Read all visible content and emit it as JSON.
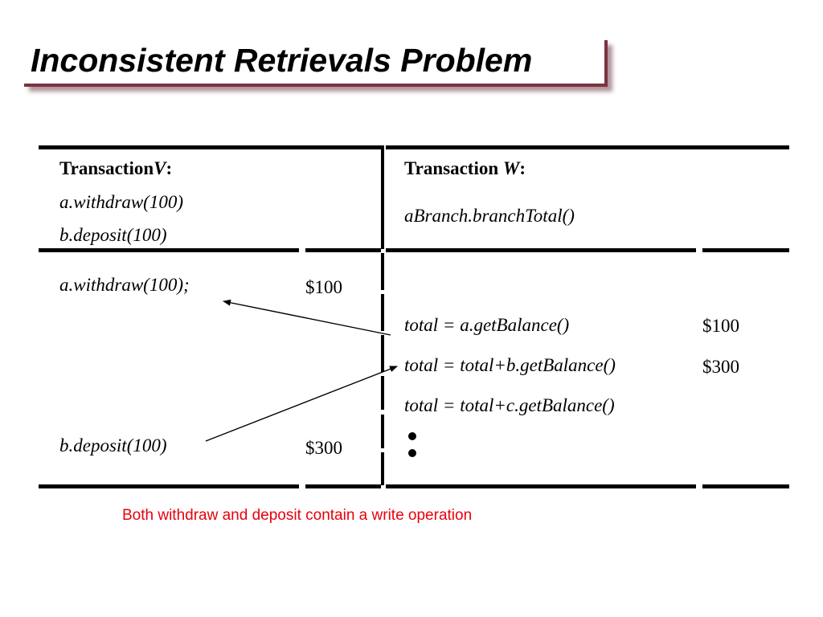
{
  "slide": {
    "title": "Inconsistent Retrievals Problem",
    "accent_color": "#7a3340",
    "note_color": "#e8000b"
  },
  "transaction_v": {
    "header_prefix": "Transaction",
    "header_letter": "V",
    "header_suffix": ":",
    "summary": [
      "a.withdraw(100)",
      "b.deposit(100)"
    ],
    "steps": [
      {
        "operation": "a.withdraw(100);",
        "value": "$100"
      },
      {
        "operation": "b.deposit(100)",
        "value": "$300"
      }
    ]
  },
  "transaction_w": {
    "header_prefix": "Transaction ",
    "header_letter": "W",
    "header_suffix": ":",
    "summary": [
      "aBranch.branchTotal()"
    ],
    "steps": [
      {
        "operation": "total = a.getBalance()",
        "value": "$100"
      },
      {
        "operation": "total = total+b.getBalance()",
        "value": "$300"
      },
      {
        "operation": "total = total+c.getBalance()",
        "value": ""
      }
    ]
  },
  "note": "Both withdraw and deposit contain a write operation"
}
